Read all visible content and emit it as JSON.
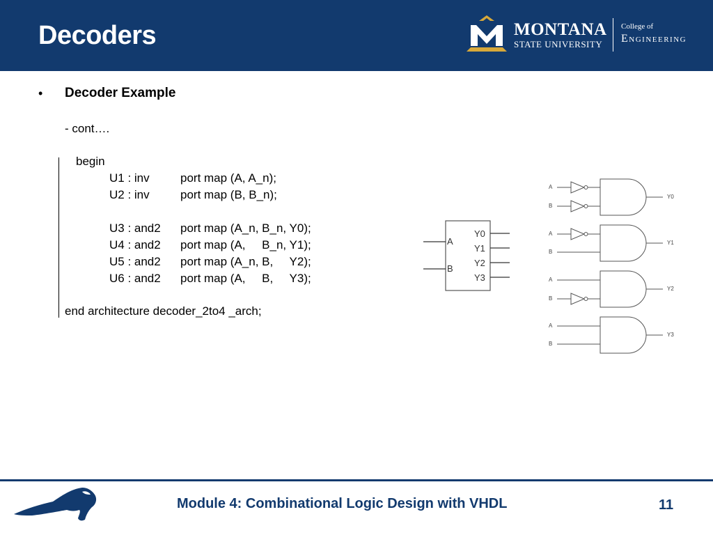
{
  "slide": {
    "title": "Decoders",
    "bullet": "•",
    "heading": "Decoder Example",
    "cont": "- cont….",
    "begin": "begin",
    "code_lines": [
      "U1 : inv",
      "U2 : inv",
      "U3 : and2",
      "U4 : and2",
      "U5 : and2",
      "U6 : and2"
    ],
    "port_lines": [
      "port map (A, A_n);",
      "port map (B, B_n);",
      "port map (A_n, B_n, Y0);",
      "port map (A,     B_n, Y1);",
      "port map (A_n, B,     Y2);",
      "port map (A,     B,     Y3);"
    ],
    "end_line": "end architecture decoder_2to4 _arch;"
  },
  "logo": {
    "name": "MONTANA",
    "sub": "STATE UNIVERSITY",
    "college_small": "College of",
    "college_big": "Engineering"
  },
  "block_diagram": {
    "inputs": [
      "A",
      "B"
    ],
    "outputs": [
      "Y0",
      "Y1",
      "Y2",
      "Y3"
    ]
  },
  "gate_diagram": {
    "rows": [
      {
        "in_a": "A",
        "in_b": "B",
        "out": "Y0"
      },
      {
        "in_a": "A",
        "in_b": "B",
        "out": "Y1"
      },
      {
        "in_a": "A",
        "in_b": "B",
        "out": "Y2"
      },
      {
        "in_a": "A",
        "in_b": "B",
        "out": "Y3"
      }
    ]
  },
  "footer": {
    "text": "Module 4: Combinational Logic Design with VHDL",
    "page": "11"
  },
  "colors": {
    "brand_navy": "#123a6e",
    "brand_gold": "#d7a83a"
  }
}
